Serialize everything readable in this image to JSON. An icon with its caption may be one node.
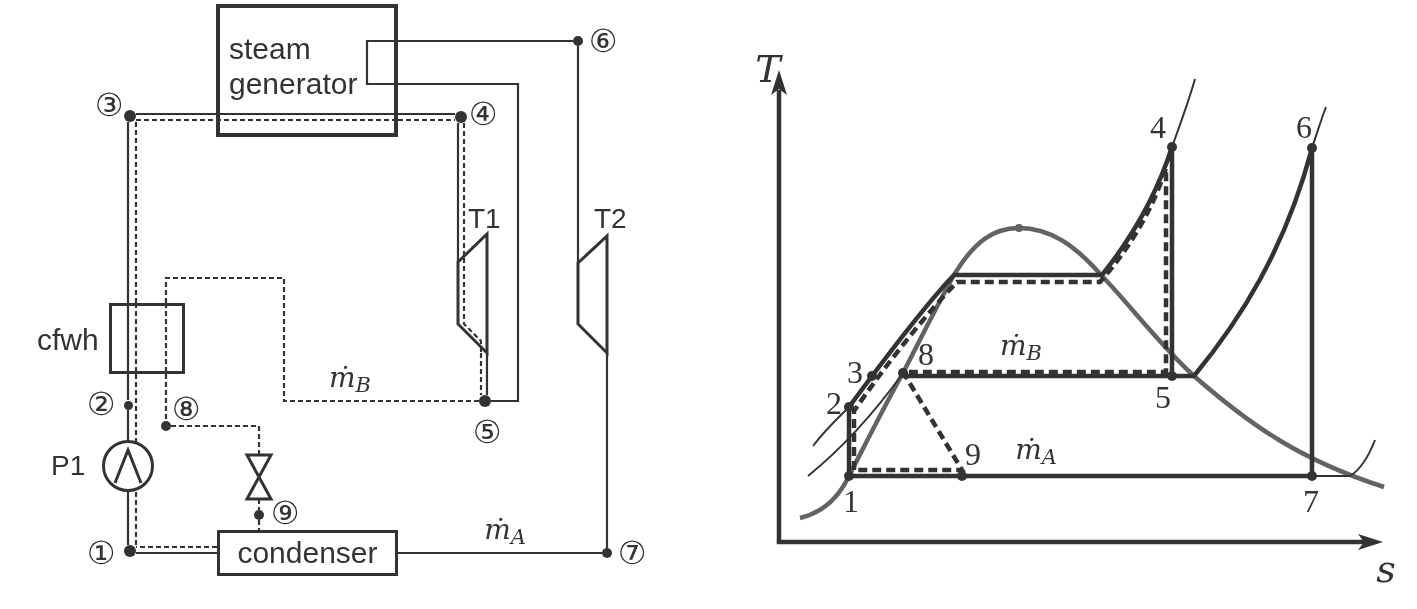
{
  "diagram": {
    "nodes": [
      {
        "text": [
          "steam generator"
        ]
      },
      {
        "text": [],
        "shape": "dot",
        "beside": [
          "⑥"
        ]
      },
      {
        "text": [],
        "shape": "dot",
        "beside": [
          "③"
        ]
      },
      {
        "text": [],
        "shape": "dot",
        "beside": [
          "④"
        ]
      },
      {
        "text": [
          "T1"
        ]
      },
      {
        "text": [
          "T2"
        ]
      },
      {
        "text": [
          "cfwh"
        ]
      },
      {
        "text": [],
        "shape": "dot",
        "beside": [
          "⑤"
        ]
      },
      {
        "text": [],
        "shape": "dot",
        "beside": [
          "②"
        ]
      },
      {
        "text": [],
        "shape": "dot",
        "beside": [
          "⑧"
        ]
      },
      {
        "text": [
          "P1"
        ]
      },
      {
        "text": [],
        "shape": "valve"
      },
      {
        "text": [],
        "shape": "dot",
        "beside": [
          "⑨"
        ]
      },
      {
        "text": [],
        "shape": "dot",
        "beside": [
          "①"
        ]
      },
      {
        "text": [
          "condenser"
        ]
      },
      {
        "text": [],
        "shape": "dot",
        "beside": [
          "⑦"
        ]
      }
    ],
    "edges": [
      {
        "from": 14,
        "to": 13,
        "arrow": "none"
      },
      {
        "from": 13,
        "to": 10,
        "arrow": "none"
      },
      {
        "from": 10,
        "to": 8,
        "arrow": "none"
      },
      {
        "from": 8,
        "to": 6,
        "arrow": "none"
      },
      {
        "from": 6,
        "to": 2,
        "arrow": "none"
      },
      {
        "from": 2,
        "to": 0,
        "arrow": "none"
      },
      {
        "from": 0,
        "to": 3,
        "arrow": "none"
      },
      {
        "from": 3,
        "to": 4,
        "arrow": "none"
      },
      {
        "from": 4,
        "to": 7,
        "arrow": "none"
      },
      {
        "from": 7,
        "to": 0,
        "arrow": "none"
      },
      {
        "from": 0,
        "to": 1,
        "arrow": "none"
      },
      {
        "from": 1,
        "to": 5,
        "arrow": "none"
      },
      {
        "from": 5,
        "to": 15,
        "arrow": "none"
      },
      {
        "from": 15,
        "to": 14,
        "arrow": "none",
        "label": "ṁ$_{A}$"
      },
      {
        "from": 14,
        "to": 13,
        "arrow": "none",
        "style": "dashed"
      },
      {
        "from": 13,
        "to": 10,
        "arrow": "none",
        "style": "dashed"
      },
      {
        "from": 10,
        "to": 6,
        "arrow": "none",
        "style": "dashed"
      },
      {
        "from": 6,
        "to": 2,
        "arrow": "none",
        "style": "dashed"
      },
      {
        "from": 2,
        "to": 0,
        "arrow": "none",
        "style": "dashed"
      },
      {
        "from": 0,
        "to": 3,
        "arrow": "none",
        "style": "dashed"
      },
      {
        "from": 3,
        "to": 4,
        "arrow": "none",
        "style": "dashed"
      },
      {
        "from": 4,
        "to": 7,
        "arrow": "none",
        "style": "dashed"
      },
      {
        "from": 7,
        "to": 6,
        "arrow": "none",
        "style": "dashed",
        "label": "ṁ$_{B}$"
      },
      {
        "from": 6,
        "to": 9,
        "arrow": "none",
        "style": "dashed"
      },
      {
        "from": 9,
        "to": 11,
        "arrow": "none",
        "style": "dashed"
      },
      {
        "from": 11,
        "to": 12,
        "arrow": "none",
        "style": "dashed"
      },
      {
        "from": 12,
        "to": 14,
        "arrow": "none",
        "style": "dashed"
      }
    ],
    "labels": [
      "T",
      "4",
      "6",
      "3",
      "8",
      "ṁ$_{B}$",
      "2",
      "5",
      "9",
      "ṁ$_{A}$",
      "1",
      "7",
      "s"
    ]
  }
}
